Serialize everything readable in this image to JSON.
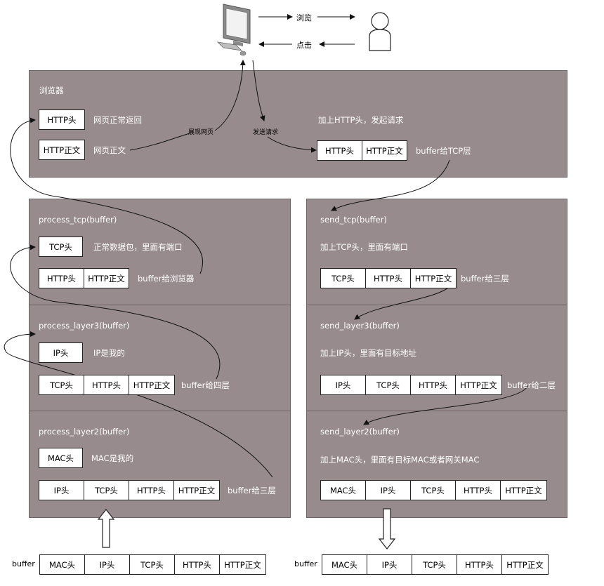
{
  "top": {
    "browse_label": "浏览",
    "click_label": "点击"
  },
  "browser_panel": {
    "title": "浏览器",
    "http_head": "HTTP头",
    "http_head_desc": "网页正常返回",
    "http_body": "HTTP正文",
    "http_body_desc": "网页正文",
    "render_label": "展现网页",
    "send_label": "发送请求",
    "add_header_desc": "加上HTTP头，发起请求",
    "packet_cells": [
      "HTTP头",
      "HTTP正文"
    ],
    "packet_note": "buffer给TCP层"
  },
  "recv_tcp": {
    "title": "process_tcp(buffer)",
    "head": "TCP头",
    "head_desc": "正常数据包，里面有端口",
    "packet_cells": [
      "HTTP头",
      "HTTP正文"
    ],
    "packet_note": "buffer给浏览器"
  },
  "recv_l3": {
    "title": "process_layer3(buffer)",
    "head": "IP头",
    "head_desc": "IP是我的",
    "packet_cells": [
      "TCP头",
      "HTTP头",
      "HTTP正文"
    ],
    "packet_note": "buffer给四层"
  },
  "recv_l2": {
    "title": "process_layer2(buffer)",
    "head": "MAC头",
    "head_desc": "MAC是我的",
    "packet_cells": [
      "IP头",
      "TCP头",
      "HTTP头",
      "HTTP正文"
    ],
    "packet_note": "buffer给三层"
  },
  "send_tcp": {
    "title": "send_tcp(buffer)",
    "desc": "加上TCP头，里面有端口",
    "packet_cells": [
      "TCP头",
      "HTTP头",
      "HTTP正文"
    ],
    "packet_note": "buffer给三层"
  },
  "send_l3": {
    "title": "send_layer3(buffer)",
    "desc": "加上IP头，里面有目标地址",
    "packet_cells": [
      "IP头",
      "TCP头",
      "HTTP头",
      "HTTP正文"
    ],
    "packet_note": "buffer给二层"
  },
  "send_l2": {
    "title": "send_layer2(buffer)",
    "desc": "加上MAC头，里面有目标MAC或者网关MAC",
    "packet_cells": [
      "MAC头",
      "IP头",
      "TCP头",
      "HTTP头",
      "HTTP正文"
    ]
  },
  "bottom_left": {
    "label": "buffer",
    "cells": [
      "MAC头",
      "IP头",
      "TCP头",
      "HTTP头",
      "HTTP正文"
    ]
  },
  "bottom_right": {
    "label": "buffer",
    "cells": [
      "MAC头",
      "IP头",
      "TCP头",
      "HTTP头",
      "HTTP正文"
    ]
  },
  "colors": {
    "panel": "#978b8e",
    "panel_border": "#6d6466",
    "panel_text": "#ffffff",
    "box_fill": "#ffffff"
  }
}
